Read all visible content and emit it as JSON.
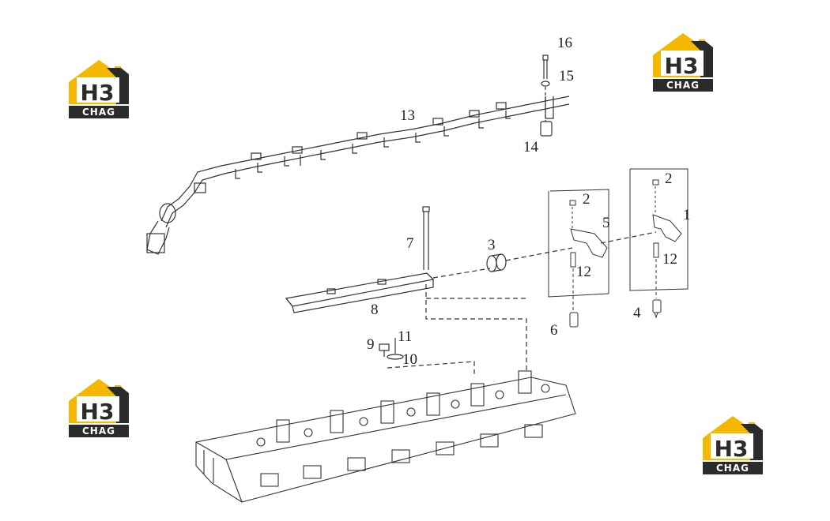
{
  "colors": {
    "line": "#333333",
    "logo_gold": "#f5b800",
    "logo_dark": "#2b2b2b",
    "paper": "#ffffff"
  },
  "logo": {
    "icon": "h3-chag-logo-icon",
    "mark": "H3",
    "word": "CHAG"
  },
  "callouts": [
    {
      "id": "c16",
      "text": "16"
    },
    {
      "id": "c15",
      "text": "15"
    },
    {
      "id": "c13",
      "text": "13"
    },
    {
      "id": "c14",
      "text": "14"
    },
    {
      "id": "c2a",
      "text": "2"
    },
    {
      "id": "c2b",
      "text": "2"
    },
    {
      "id": "c5",
      "text": "5"
    },
    {
      "id": "c1",
      "text": "1"
    },
    {
      "id": "c7",
      "text": "7"
    },
    {
      "id": "c3",
      "text": "3"
    },
    {
      "id": "c12a",
      "text": "12"
    },
    {
      "id": "c12b",
      "text": "12"
    },
    {
      "id": "c8",
      "text": "8"
    },
    {
      "id": "c6",
      "text": "6"
    },
    {
      "id": "c4",
      "text": "4"
    },
    {
      "id": "c11",
      "text": "11"
    },
    {
      "id": "c9",
      "text": "9"
    },
    {
      "id": "c10",
      "text": "10"
    }
  ]
}
